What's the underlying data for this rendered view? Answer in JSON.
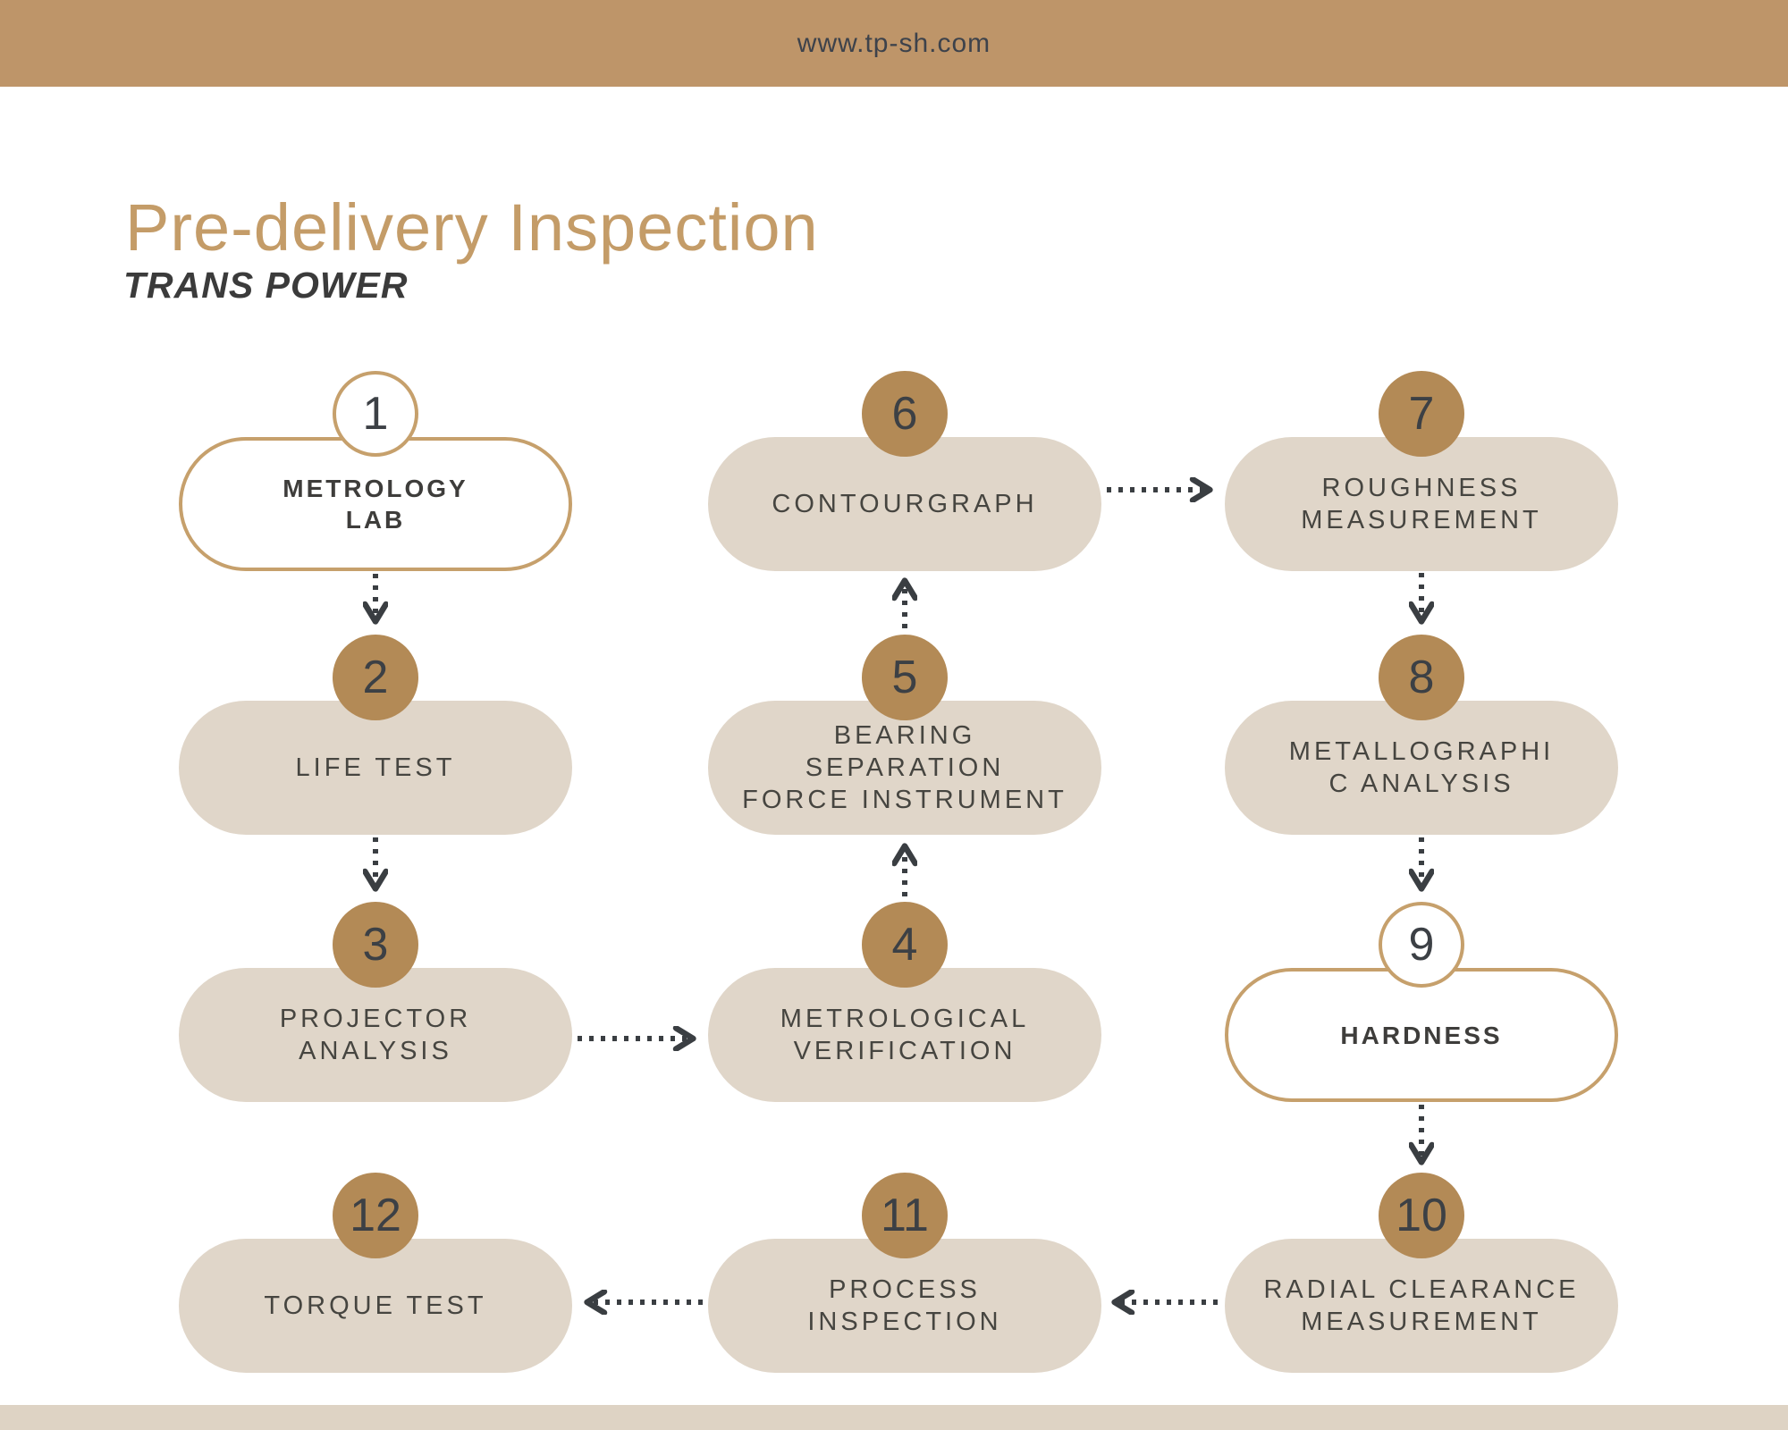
{
  "header": {
    "website": "www.tp-sh.com"
  },
  "title": "Pre-delivery Inspection",
  "subtitle": "TRANS POWER",
  "colors": {
    "top_bar": "#be9569",
    "bottom_bar": "#ded3c4",
    "pill_fill": "#e0d6c9",
    "badge_gold": "#b38a56",
    "outline_gold": "#c6a06c",
    "title_text": "#c49c68",
    "dark_text": "#3e3d3b"
  },
  "nodes": [
    {
      "number": "1",
      "label": "METROLOGY\nLAB",
      "style": "outlined"
    },
    {
      "number": "2",
      "label": "LIFE TEST",
      "style": "filled"
    },
    {
      "number": "3",
      "label": "PROJECTOR\nANALYSIS",
      "style": "filled"
    },
    {
      "number": "4",
      "label": "METROLOGICAL\nVERIFICATION",
      "style": "filled"
    },
    {
      "number": "5",
      "label": "BEARING SEPARATION\nFORCE INSTRUMENT",
      "style": "filled"
    },
    {
      "number": "6",
      "label": "CONTOURGRAPH",
      "style": "filled"
    },
    {
      "number": "7",
      "label": "ROUGHNESS\nMEASUREMENT",
      "style": "filled"
    },
    {
      "number": "8",
      "label": "METALLOGRAPHI\nC ANALYSIS",
      "style": "filled"
    },
    {
      "number": "9",
      "label": "HARDNESS",
      "style": "outlined"
    },
    {
      "number": "10",
      "label": "RADIAL CLEARANCE\nMEASUREMENT",
      "style": "filled"
    },
    {
      "number": "11",
      "label": "PROCESS\nINSPECTION",
      "style": "filled"
    },
    {
      "number": "12",
      "label": "TORQUE TEST",
      "style": "filled"
    }
  ],
  "flow": [
    "1>2",
    "2>3",
    "3>4",
    "4>5",
    "5>6",
    "6>7",
    "7>8",
    "8>9",
    "9>10",
    "10>11",
    "11>12"
  ]
}
